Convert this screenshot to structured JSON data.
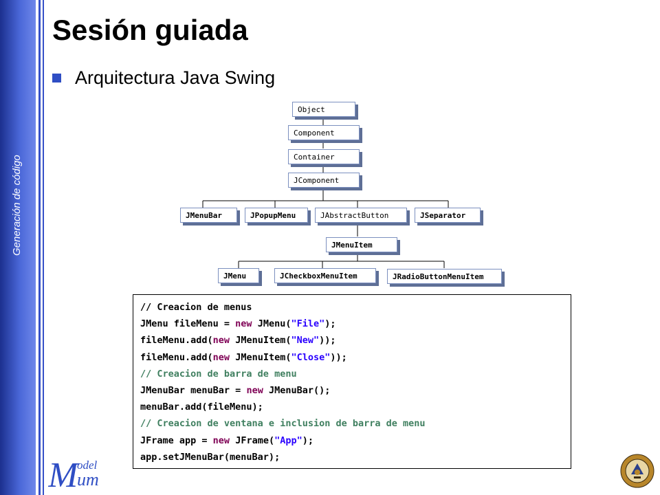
{
  "sidebar": {
    "text": "Generación de código"
  },
  "slide": {
    "title": "Sesión guiada",
    "bullet": "Arquitectura Java Swing"
  },
  "diagram": {
    "nodes": {
      "object": "Object",
      "component": "Component",
      "container": "Container",
      "jcomponent": "JComponent",
      "jmenubar": "JMenuBar",
      "jpopupmenu": "JPopupMenu",
      "jabstractbutton": "JAbstractButton",
      "jseparator": "JSeparator",
      "jmenuitem": "JMenuItem",
      "jmenu": "JMenu",
      "jcheckboxmenuitem": "JCheckboxMenuItem",
      "jradiobuttonmenuitem": "JRadioButtonMenuItem"
    }
  },
  "code": {
    "lines": [
      [
        {
          "t": "// Creacion de menus",
          "k": "plain"
        }
      ],
      [
        {
          "t": "JMenu fileMenu = ",
          "k": "plain"
        },
        {
          "t": "new",
          "k": "kw"
        },
        {
          "t": " JMenu(",
          "k": "plain"
        },
        {
          "t": "\"File\"",
          "k": "str"
        },
        {
          "t": ");",
          "k": "plain"
        }
      ],
      [
        {
          "t": "fileMenu.add(",
          "k": "plain"
        },
        {
          "t": "new",
          "k": "kw"
        },
        {
          "t": " JMenuItem(",
          "k": "plain"
        },
        {
          "t": "\"New\"",
          "k": "str"
        },
        {
          "t": "));",
          "k": "plain"
        }
      ],
      [
        {
          "t": "fileMenu.add(",
          "k": "plain"
        },
        {
          "t": "new",
          "k": "kw"
        },
        {
          "t": " JMenuItem(",
          "k": "plain"
        },
        {
          "t": "\"Close\"",
          "k": "str"
        },
        {
          "t": "));",
          "k": "plain"
        }
      ],
      [
        {
          "t": "// Creacion de barra de menu",
          "k": "com"
        }
      ],
      [
        {
          "t": "JMenuBar menuBar = ",
          "k": "plain"
        },
        {
          "t": "new",
          "k": "kw"
        },
        {
          "t": " JMenuBar();",
          "k": "plain"
        }
      ],
      [
        {
          "t": "menuBar.add(fileMenu);",
          "k": "plain"
        }
      ],
      [
        {
          "t": "// Creacion de ventana e inclusion de barra de menu",
          "k": "com"
        }
      ],
      [
        {
          "t": "JFrame app = ",
          "k": "plain"
        },
        {
          "t": "new",
          "k": "kw"
        },
        {
          "t": " JFrame(",
          "k": "plain"
        },
        {
          "t": "\"App\"",
          "k": "str"
        },
        {
          "t": ");",
          "k": "plain"
        }
      ],
      [
        {
          "t": "app.setJMenuBar(menuBar);",
          "k": "plain"
        }
      ]
    ]
  },
  "logos": {
    "model_logo_text": "Model um",
    "seal_name": "university-seal-icon"
  },
  "colors": {
    "accent": "#2f4ec4",
    "band": "#3550c8",
    "keyword": "#7f0055",
    "string": "#2a00ff",
    "comment": "#3f7f5f"
  }
}
